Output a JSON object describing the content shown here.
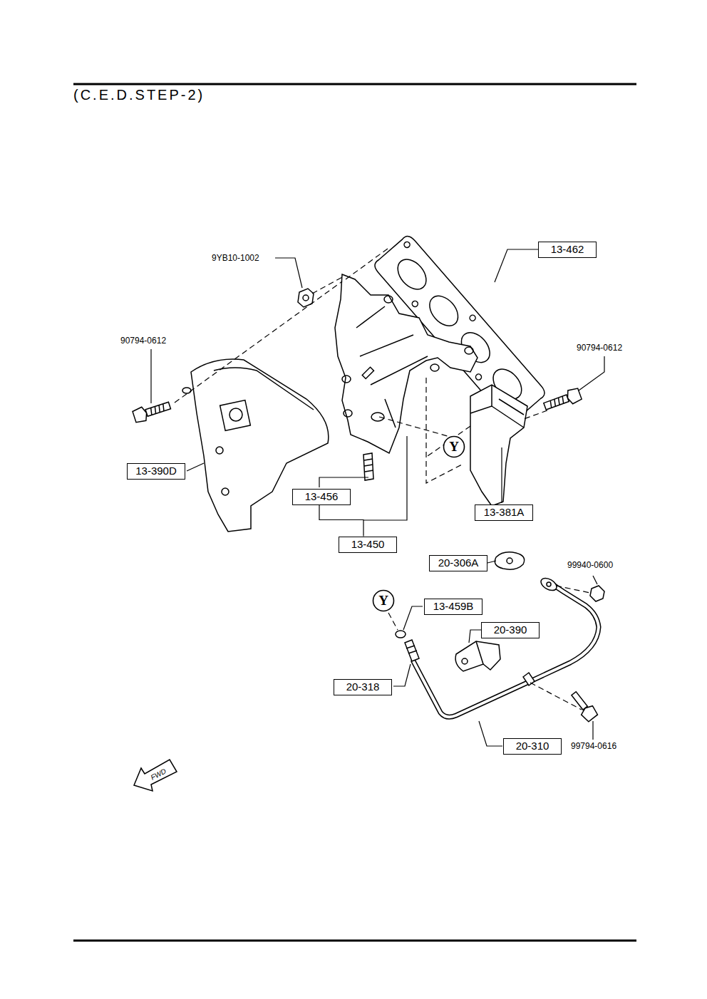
{
  "diagram": {
    "title": "(C.E.D.STEP-2)",
    "nodes": [
      {
        "text": [
          "13-462"
        ]
      },
      {
        "text": [
          "13-390D"
        ]
      },
      {
        "text": [
          "Y"
        ]
      },
      {
        "text": [
          "13-456"
        ]
      },
      {
        "text": [
          "13-381A"
        ]
      },
      {
        "text": [
          "13-450"
        ]
      },
      {
        "text": [
          "20-306A"
        ]
      },
      {
        "text": [
          "Y"
        ]
      },
      {
        "text": [
          "13-459B"
        ]
      },
      {
        "text": [
          "20-390"
        ]
      },
      {
        "text": [
          "20-318"
        ]
      },
      {
        "text": [
          "20-310"
        ]
      }
    ],
    "edges": [
      {
        "from": 5,
        "to": 3,
        "arrow": "none"
      }
    ],
    "labels": [
      "9YB10-1002",
      "90794-0612",
      "90794-0612",
      "99940-0600",
      "99794-0616",
      "FWD"
    ]
  }
}
